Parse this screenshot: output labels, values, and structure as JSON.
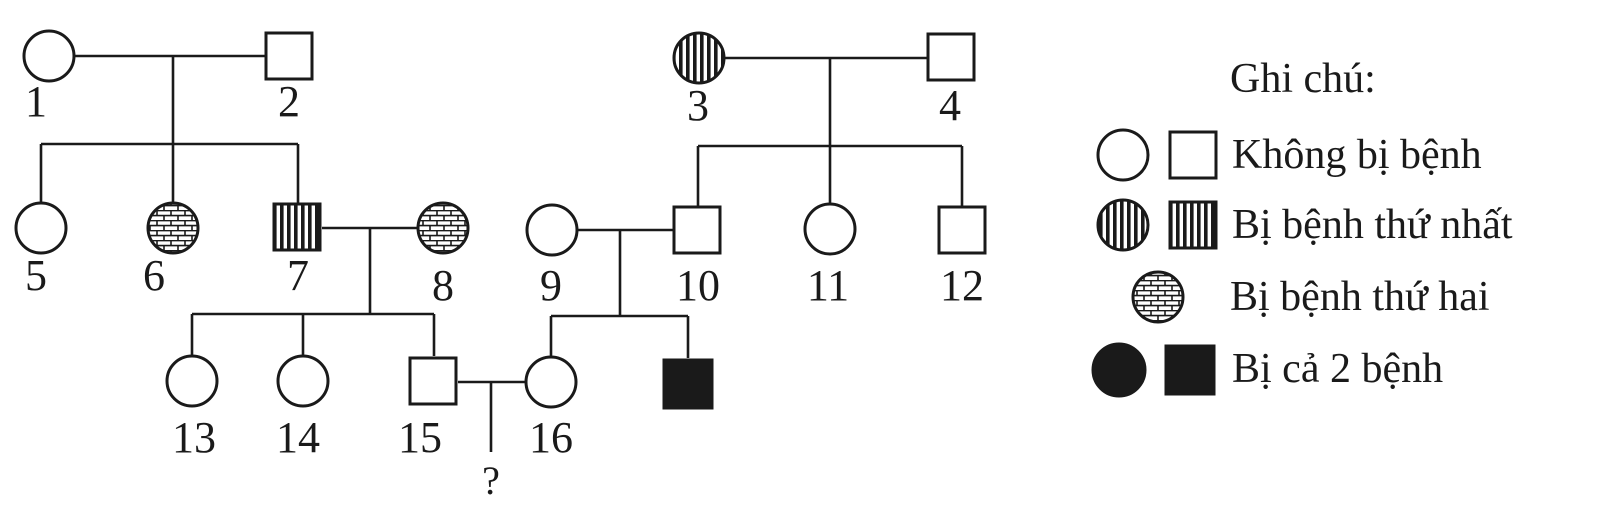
{
  "legend": {
    "title": "Ghi chú:",
    "unaffected": "Không bị bệnh",
    "disease_one": "Bị bệnh thứ nhất",
    "disease_two": "Bị bệnh thứ hai",
    "both": "Bị cả 2 bệnh"
  },
  "individuals": [
    {
      "id": "1",
      "sex": "female",
      "status": "unaffected"
    },
    {
      "id": "2",
      "sex": "male",
      "status": "unaffected"
    },
    {
      "id": "3",
      "sex": "female",
      "status": "disease_one"
    },
    {
      "id": "4",
      "sex": "male",
      "status": "unaffected"
    },
    {
      "id": "5",
      "sex": "female",
      "status": "unaffected"
    },
    {
      "id": "6",
      "sex": "female",
      "status": "disease_two"
    },
    {
      "id": "7",
      "sex": "male",
      "status": "disease_one"
    },
    {
      "id": "8",
      "sex": "female",
      "status": "disease_two"
    },
    {
      "id": "9",
      "sex": "female",
      "status": "unaffected"
    },
    {
      "id": "10",
      "sex": "male",
      "status": "unaffected"
    },
    {
      "id": "11",
      "sex": "female",
      "status": "unaffected"
    },
    {
      "id": "12",
      "sex": "male",
      "status": "unaffected"
    },
    {
      "id": "13",
      "sex": "female",
      "status": "unaffected"
    },
    {
      "id": "14",
      "sex": "female",
      "status": "unaffected"
    },
    {
      "id": "15",
      "sex": "male",
      "status": "unaffected"
    },
    {
      "id": "16",
      "sex": "female",
      "status": "unaffected"
    },
    {
      "id": "",
      "sex": "male",
      "status": "both"
    }
  ],
  "offspring_query": "?"
}
